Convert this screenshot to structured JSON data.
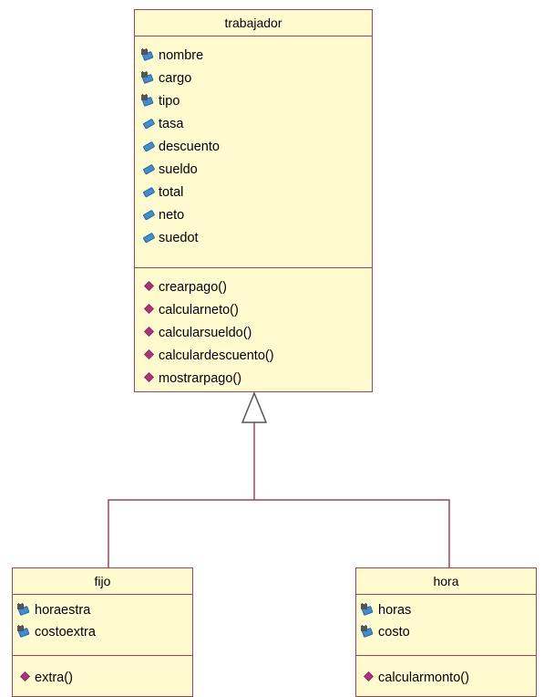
{
  "classes": {
    "trabajador": {
      "name": "trabajador",
      "attributes": [
        {
          "label": "nombre",
          "icon": "private-attribute-icon"
        },
        {
          "label": "cargo",
          "icon": "private-attribute-icon"
        },
        {
          "label": "tipo",
          "icon": "private-attribute-icon"
        },
        {
          "label": "tasa",
          "icon": "public-attribute-icon"
        },
        {
          "label": "descuento",
          "icon": "public-attribute-icon"
        },
        {
          "label": "sueldo",
          "icon": "public-attribute-icon"
        },
        {
          "label": "total",
          "icon": "public-attribute-icon"
        },
        {
          "label": "neto",
          "icon": "public-attribute-icon"
        },
        {
          "label": "suedot",
          "icon": "public-attribute-icon"
        }
      ],
      "operations": [
        {
          "label": "crearpago()",
          "icon": "public-operation-icon"
        },
        {
          "label": "calcularneto()",
          "icon": "public-operation-icon"
        },
        {
          "label": "calcularsueldo()",
          "icon": "public-operation-icon"
        },
        {
          "label": "calculardescuento()",
          "icon": "public-operation-icon"
        },
        {
          "label": "mostrarpago()",
          "icon": "public-operation-icon"
        }
      ]
    },
    "fijo": {
      "name": "fijo",
      "attributes": [
        {
          "label": "horaestra",
          "icon": "private-attribute-icon"
        },
        {
          "label": "costoextra",
          "icon": "private-attribute-icon"
        }
      ],
      "operations": [
        {
          "label": "extra()",
          "icon": "public-operation-icon"
        }
      ]
    },
    "hora": {
      "name": "hora",
      "attributes": [
        {
          "label": "horas",
          "icon": "private-attribute-icon"
        },
        {
          "label": "costo",
          "icon": "private-attribute-icon"
        }
      ],
      "operations": [
        {
          "label": "calcularmonto()",
          "icon": "public-operation-icon"
        }
      ]
    }
  },
  "colors": {
    "class_fill": "#fffbcf",
    "class_border": "#a0445c",
    "attribute_icon": "#3b8fd6",
    "operation_icon": "#b0307e",
    "lock": "#555555"
  }
}
